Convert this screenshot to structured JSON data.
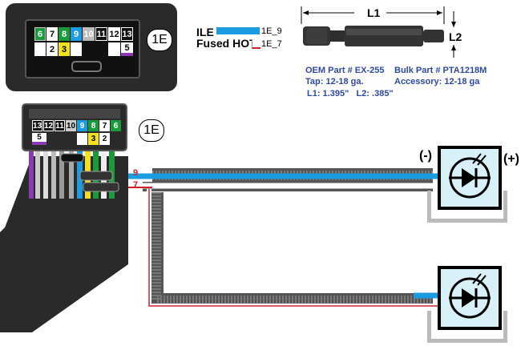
{
  "colors": {
    "blue_wire": "#1c9ce0",
    "red_stripe": "#d0202a",
    "green": "#1a9a3a",
    "yellow": "#f2e11a",
    "purple": "#8a3ab4",
    "led_fill": "#d8f0f8",
    "loom": "#555555",
    "dark_housing": "#2a2a2a"
  },
  "connector_top": {
    "label": "1E",
    "pins_row1": [
      "6",
      "7",
      "8",
      "9",
      "10",
      "11",
      "12",
      "13"
    ],
    "pins_row2": [
      "2",
      "3",
      "5"
    ]
  },
  "connector_side": {
    "label": "1E",
    "pins_row1": [
      "13",
      "12",
      "11",
      "10",
      "9",
      "8",
      "7",
      "6"
    ],
    "pins_row2": [
      "5",
      "3",
      "2"
    ]
  },
  "legend": {
    "ile_label": "ILE",
    "ile_code": "1E_9",
    "fused_label": "Fused HOT",
    "fused_code": "1E_7"
  },
  "part": {
    "l1_label": "L1",
    "l2_label": "L2",
    "oem": "OEM Part # EX-255",
    "tap": "Tap: 12-18 ga.",
    "dims": "L1: 1.395\"   L2: .385\"",
    "bulk": "Bulk Part # PTA1218M",
    "accessory": "Accessory: 12-18 ga"
  },
  "wires": {
    "wire9_label": "9",
    "wire7_label": "7"
  },
  "led": {
    "neg_label": "(-)",
    "pos_label": "(+)"
  }
}
